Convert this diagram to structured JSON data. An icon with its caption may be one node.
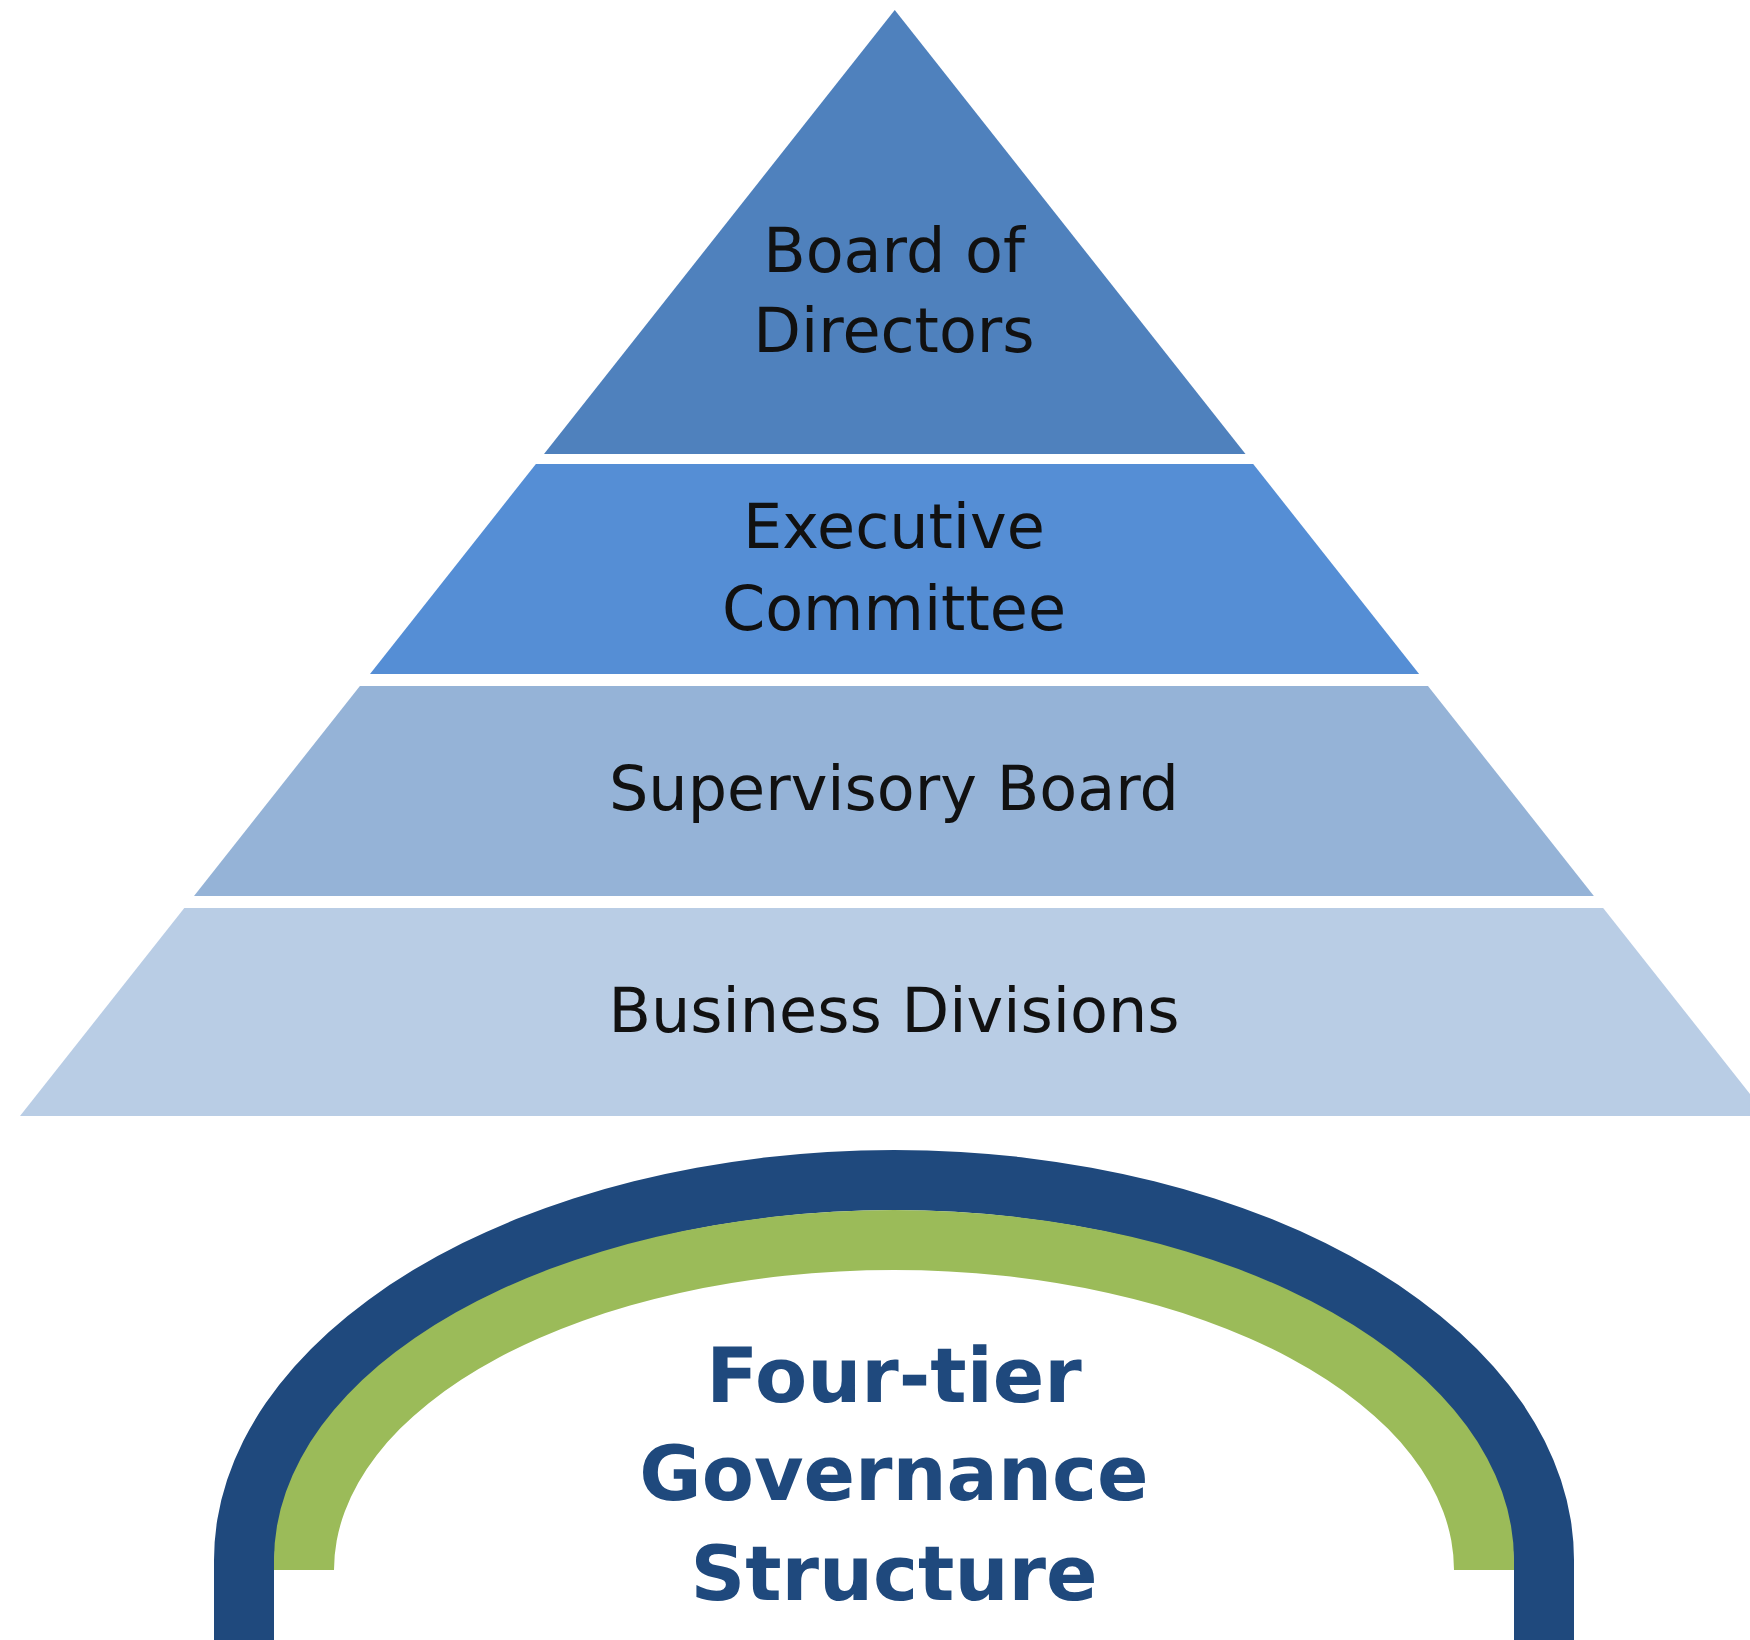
{
  "diagram": {
    "nodes": [
      {
        "text": [
          "Board of Directors"
        ]
      },
      {
        "text": [
          "Executive Committee"
        ]
      },
      {
        "text": [
          "Supervisory Board"
        ]
      },
      {
        "text": [
          "Business Divisions"
        ]
      },
      {
        "text": [
          "Four-tier Governance Structure"
        ]
      }
    ]
  }
}
